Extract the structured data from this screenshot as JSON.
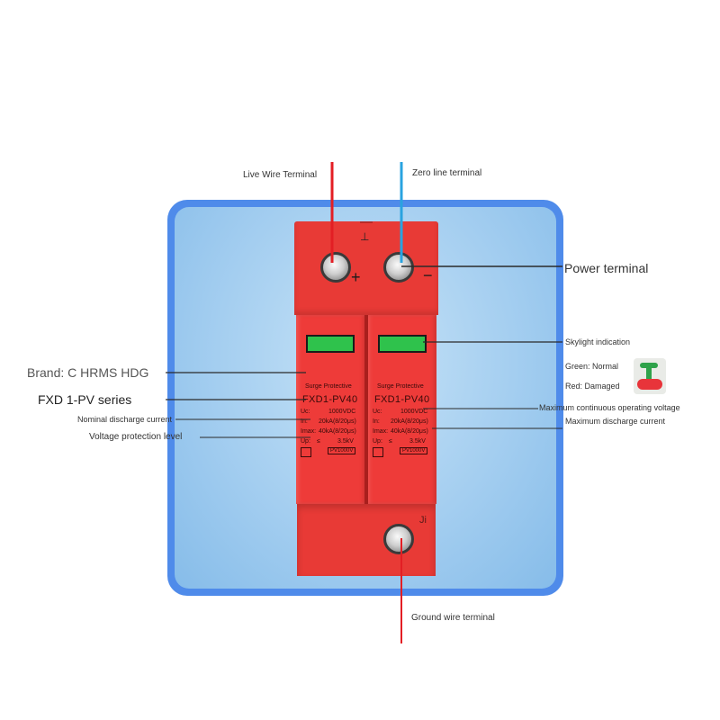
{
  "labels": {
    "live_wire": "Live Wire Terminal",
    "zero_line": "Zero line terminal",
    "power_terminal": "Power terminal",
    "skylight": "Skylight indication",
    "green_normal": "Green: Normal",
    "red_damaged": "Red: Damaged",
    "max_continuous": "Maximum continuous operating voltage",
    "max_discharge": "Maximum discharge current",
    "ground_wire": "Ground wire terminal",
    "brand": "Brand: C HRMS HDG",
    "series": "FXD 1-PV series",
    "nominal_discharge": "Nominal discharge current",
    "voltage_protection": "Voltage protection level"
  },
  "device": {
    "plus_sign": "+",
    "minus_sign": "−",
    "top_mark": "⊥",
    "bottom_mark": "Ji",
    "modules": [
      {
        "header": "Surge Protective",
        "model": "FXD1-PV40",
        "uc": "Uc:",
        "uc_val": "1000VDC",
        "in": "In:",
        "in_val": "20kA(8/20μs)",
        "imax": "Imax:",
        "imax_val": "40kA(8/20μs)",
        "up": "Up:",
        "up_le": "≤",
        "up_val": "3.5kV",
        "code": "PV1000V"
      },
      {
        "header": "Surge Protective",
        "model": "FXD1-PV40",
        "uc": "Uc:",
        "uc_val": "1000VDC",
        "in": "In:",
        "in_val": "20kA(8/20μs)",
        "imax": "Imax:",
        "imax_val": "40kA(8/20μs)",
        "up": "Up:",
        "up_le": "≤",
        "up_val": "3.5kV",
        "code": "PV1000V"
      }
    ]
  },
  "colors": {
    "live_wire": "#e31e24",
    "zero_wire": "#29a3e0",
    "device_red": "#ee3b39",
    "frame_blue": "#4f8bea",
    "indicator_green": "#2fc24c"
  }
}
